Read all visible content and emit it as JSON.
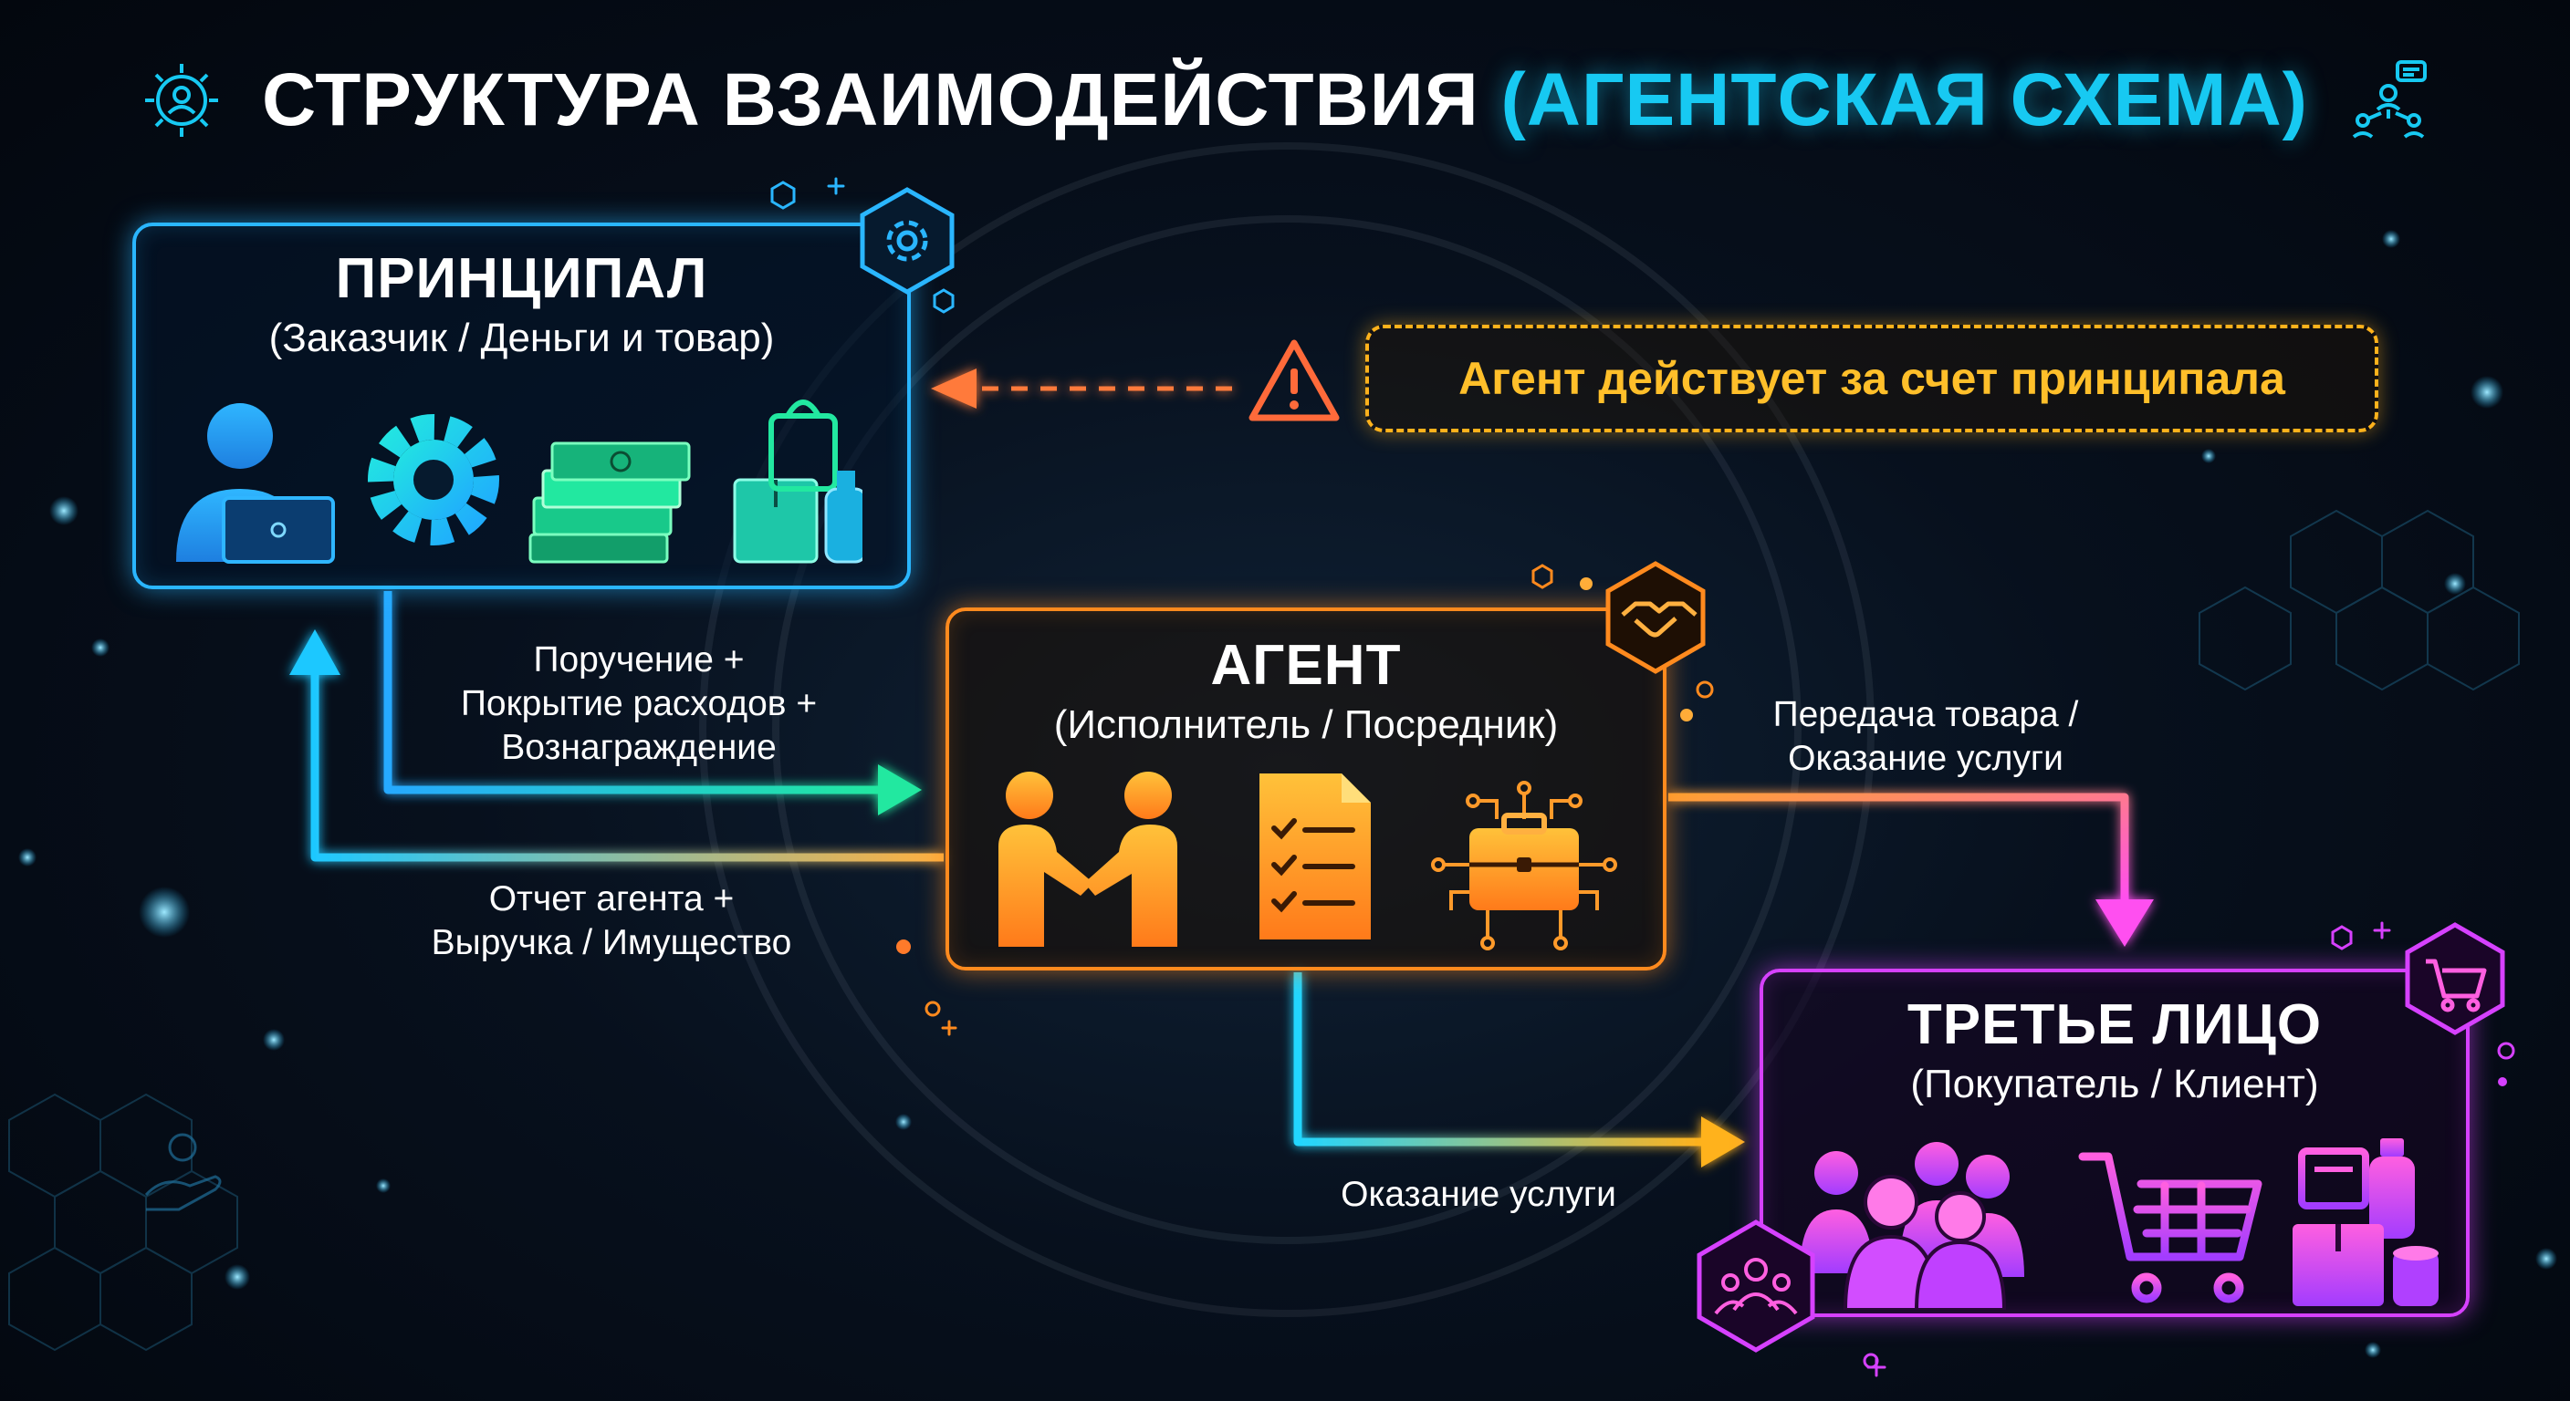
{
  "header": {
    "title_main": "СТРУКТУРА ВЗАИМОДЕЙСТВИЯ",
    "title_accent": "(АГЕНТСКАЯ СХЕМА)",
    "left_icon": "gear-user-icon",
    "right_icon": "team-network-icon"
  },
  "nodes": {
    "principal": {
      "title": "ПРИНЦИПАЛ",
      "subtitle": "(Заказчик / Деньги и товар)",
      "icons": [
        "person-laptop-icon",
        "gear-icon",
        "money-stack-icon",
        "goods-icon"
      ],
      "badge_icon": "gear-icon",
      "color": "#2ab6ff"
    },
    "agent": {
      "title": "АГЕНТ",
      "subtitle": "(Исполнитель / Посредник)",
      "icons": [
        "handshake-people-icon",
        "checklist-icon",
        "briefcase-network-icon"
      ],
      "badge_icon": "handshake-icon",
      "color": "#ff8a1e"
    },
    "third_party": {
      "title": "ТРЕТЬЕ ЛИЦО",
      "subtitle": "(Покупатель / Клиент)",
      "icons": [
        "customers-group-icon",
        "shopping-cart-icon",
        "products-icon"
      ],
      "badge_icon": "cart-icon",
      "color": "#d641ff"
    }
  },
  "note": {
    "text": "Агент действует за счет принципала",
    "icon": "warning-icon",
    "color": "#ffb21c"
  },
  "flows": {
    "principal_to_agent": {
      "lines": [
        "Поручение +",
        "Покрытие расходов +",
        "Вознаграждение"
      ]
    },
    "agent_to_principal": {
      "lines": [
        "Отчет агента +",
        "Выручка / Имущество"
      ]
    },
    "agent_to_third_top": {
      "lines": [
        "Передача товара /",
        "Оказание услуги"
      ]
    },
    "agent_to_third_bottom": {
      "lines": [
        "Оказание услуги"
      ]
    }
  }
}
